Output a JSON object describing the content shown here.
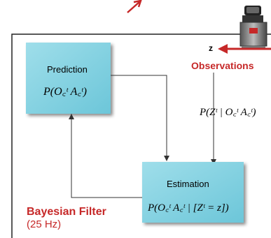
{
  "observation": {
    "variable": "z",
    "label": "Observations",
    "likelihood": "P(Zᵗ | O꜀ᵗ A꜀ᵗ)"
  },
  "prediction": {
    "title": "Prediction",
    "formula": "P(O꜀ᵗ A꜀ᵗ)"
  },
  "estimation": {
    "title": "Estimation",
    "formula": "P(O꜀ᵗ A꜀ᵗ | [Zᵗ = z])"
  },
  "filter": {
    "title": "Bayesian Filter",
    "rate": "(25 Hz)"
  },
  "colors": {
    "box_fill": "#7ed1e2",
    "accent_red": "#c62828",
    "frame": "#222222",
    "connector": "#333333"
  },
  "icons": {
    "sensor": "camera-sensor-icon"
  }
}
